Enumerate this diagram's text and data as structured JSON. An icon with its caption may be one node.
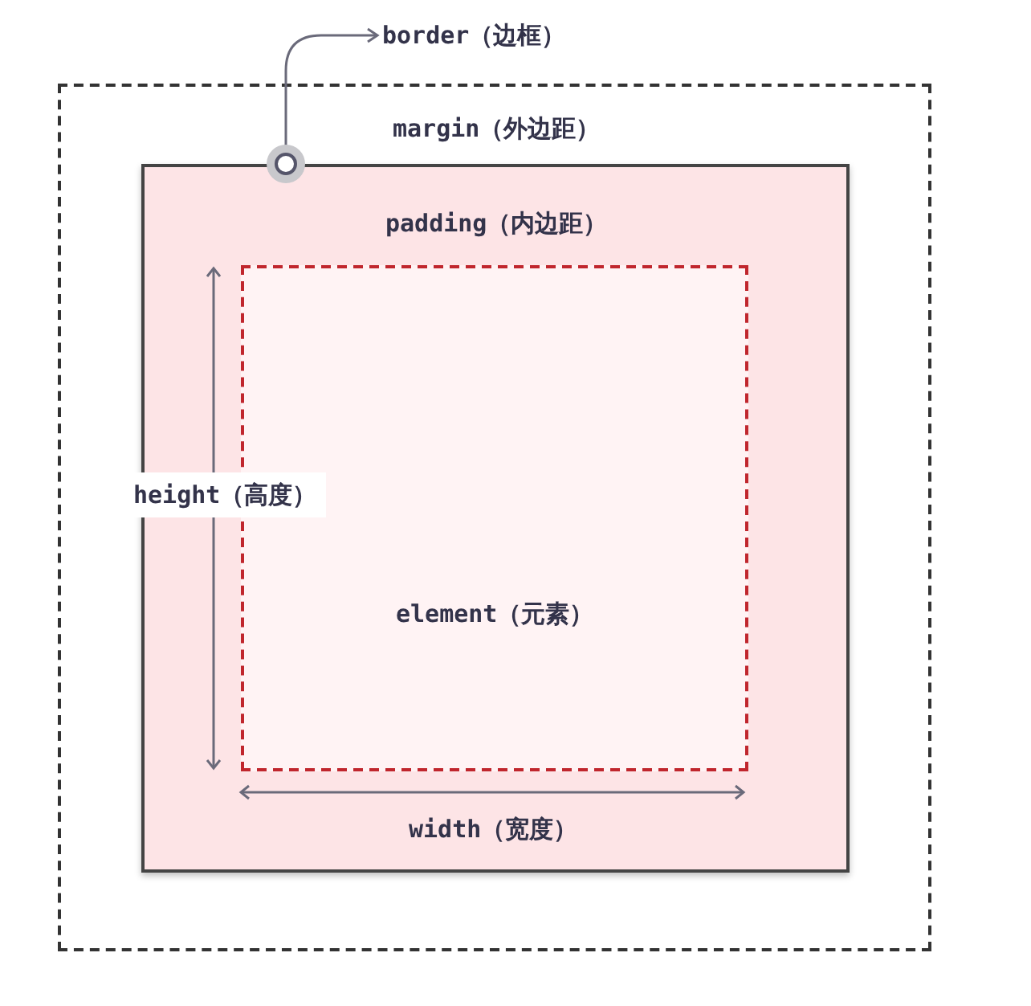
{
  "diagram": {
    "nodes": [
      {
        "text": [
          "margin（外边距）"
        ]
      },
      {
        "text": [
          "padding（内边距）"
        ],
        "in": 0
      },
      {
        "text": [
          "element（元素）"
        ],
        "in": 1
      },
      {
        "text": [
          "border（边框）"
        ]
      },
      {
        "text": [],
        "shape": "circle",
        "in": 0
      }
    ],
    "edges": [
      {
        "from": 4,
        "to": 3,
        "arrow": "to"
      }
    ],
    "labels": [
      "height（高度）",
      "width（宽度）"
    ]
  }
}
